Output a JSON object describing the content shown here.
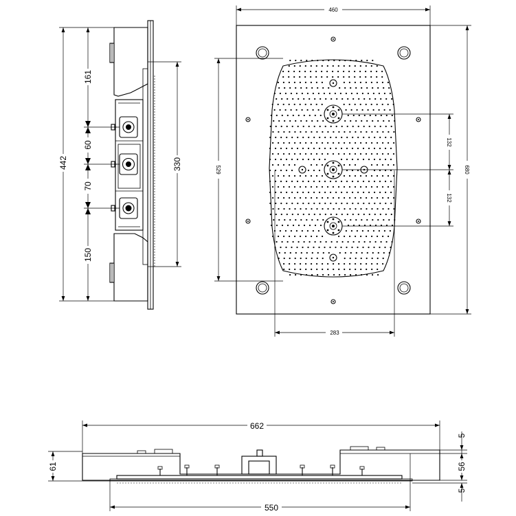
{
  "dimensions": {
    "side_total_height": "442",
    "side_upper": "161",
    "side_pitch_a": "60",
    "side_pitch_b": "70",
    "side_lower": "150",
    "side_body": "330",
    "front_width": "460",
    "front_height": "680",
    "front_spray_height": "529",
    "front_spray_width": "283",
    "front_pitch_upper": "132",
    "front_pitch_lower": "132",
    "bottom_total_width": "662",
    "bottom_base_width": "550",
    "bottom_total_height": "61",
    "bottom_top_offset": "5",
    "bottom_body_height": "56",
    "bottom_lower_offset": "5"
  }
}
